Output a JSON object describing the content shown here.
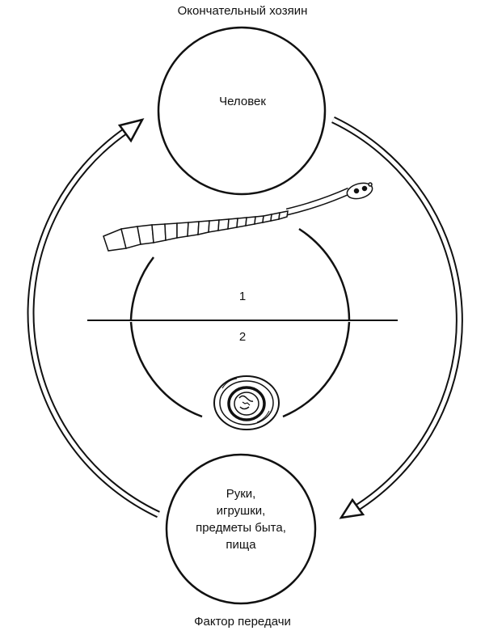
{
  "top_caption": "Окончательный хозяин",
  "top_circle_label": "Человек",
  "phase_1": "1",
  "phase_2": "2",
  "bottom_circle_lines": [
    "Руки,",
    "игрушки,",
    "предметы быта,",
    "пища"
  ],
  "bottom_caption": "Фактор передачи",
  "icons": [
    "tapeworm-icon",
    "egg-icon",
    "cycle-arrow-icon"
  ],
  "colors": {
    "ink": "#111111",
    "background": "#ffffff"
  }
}
